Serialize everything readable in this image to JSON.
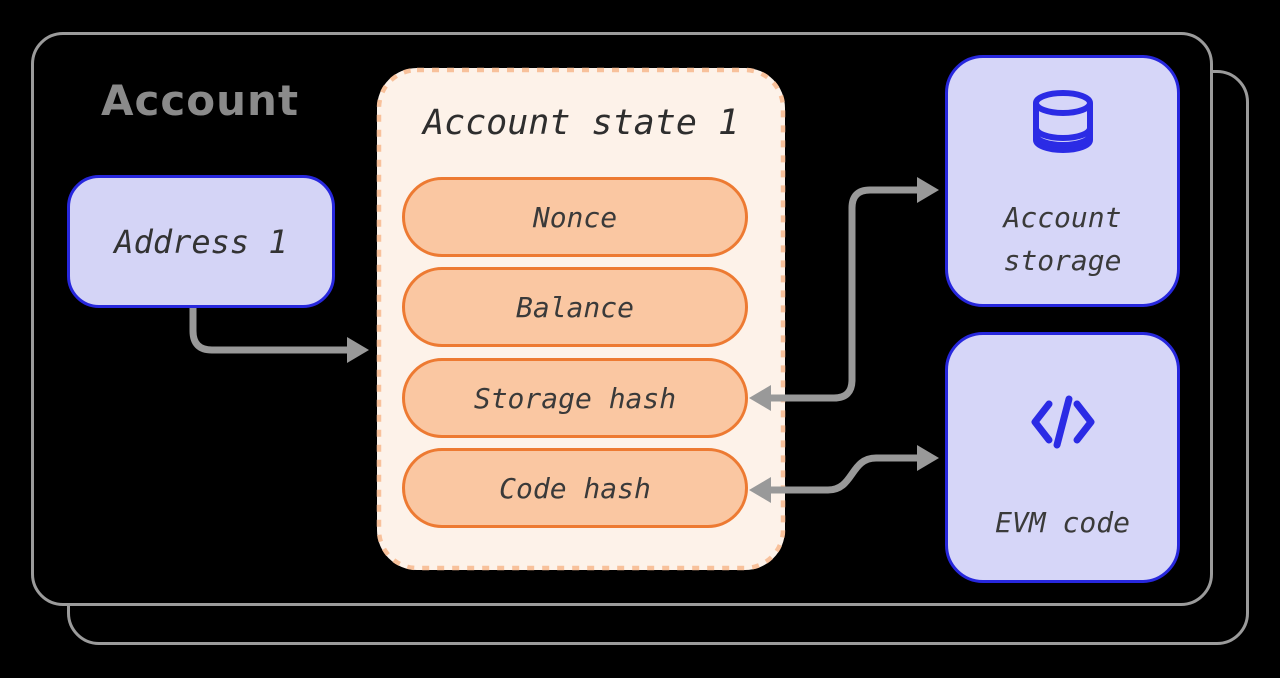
{
  "diagram": {
    "title": "Account",
    "address_box": {
      "label": "Address 1"
    },
    "account_state": {
      "title": "Account state 1",
      "fields": [
        "Nonce",
        "Balance",
        "Storage hash",
        "Code hash"
      ]
    },
    "account_storage": {
      "label": "Account storage",
      "label_line1": "Account",
      "label_line2": "storage",
      "icon": "database-icon"
    },
    "evm_code": {
      "label": "EVM code",
      "icon": "code-icon"
    },
    "arrows": [
      {
        "from": "address-box",
        "to": "account-state-box",
        "heads": "end"
      },
      {
        "from": "storage-hash-pill",
        "to": "account-storage-box",
        "heads": "both"
      },
      {
        "from": "code-hash-pill",
        "to": "evm-code-box",
        "heads": "both"
      }
    ],
    "colors": {
      "background": "#000000",
      "outline_gray": "#9b9b9b",
      "title_gray": "#8a8a8a",
      "arrow_gray": "#999999",
      "lavender_fill": "#d4d4f6",
      "blue_border": "#2727dd",
      "icon_blue": "#2b2be5",
      "cream_fill": "#fdf2e9",
      "dash_peach": "#f8c19b",
      "pill_fill": "#fac7a2",
      "pill_border": "#ed7a32",
      "text_dark": "#333333"
    }
  }
}
